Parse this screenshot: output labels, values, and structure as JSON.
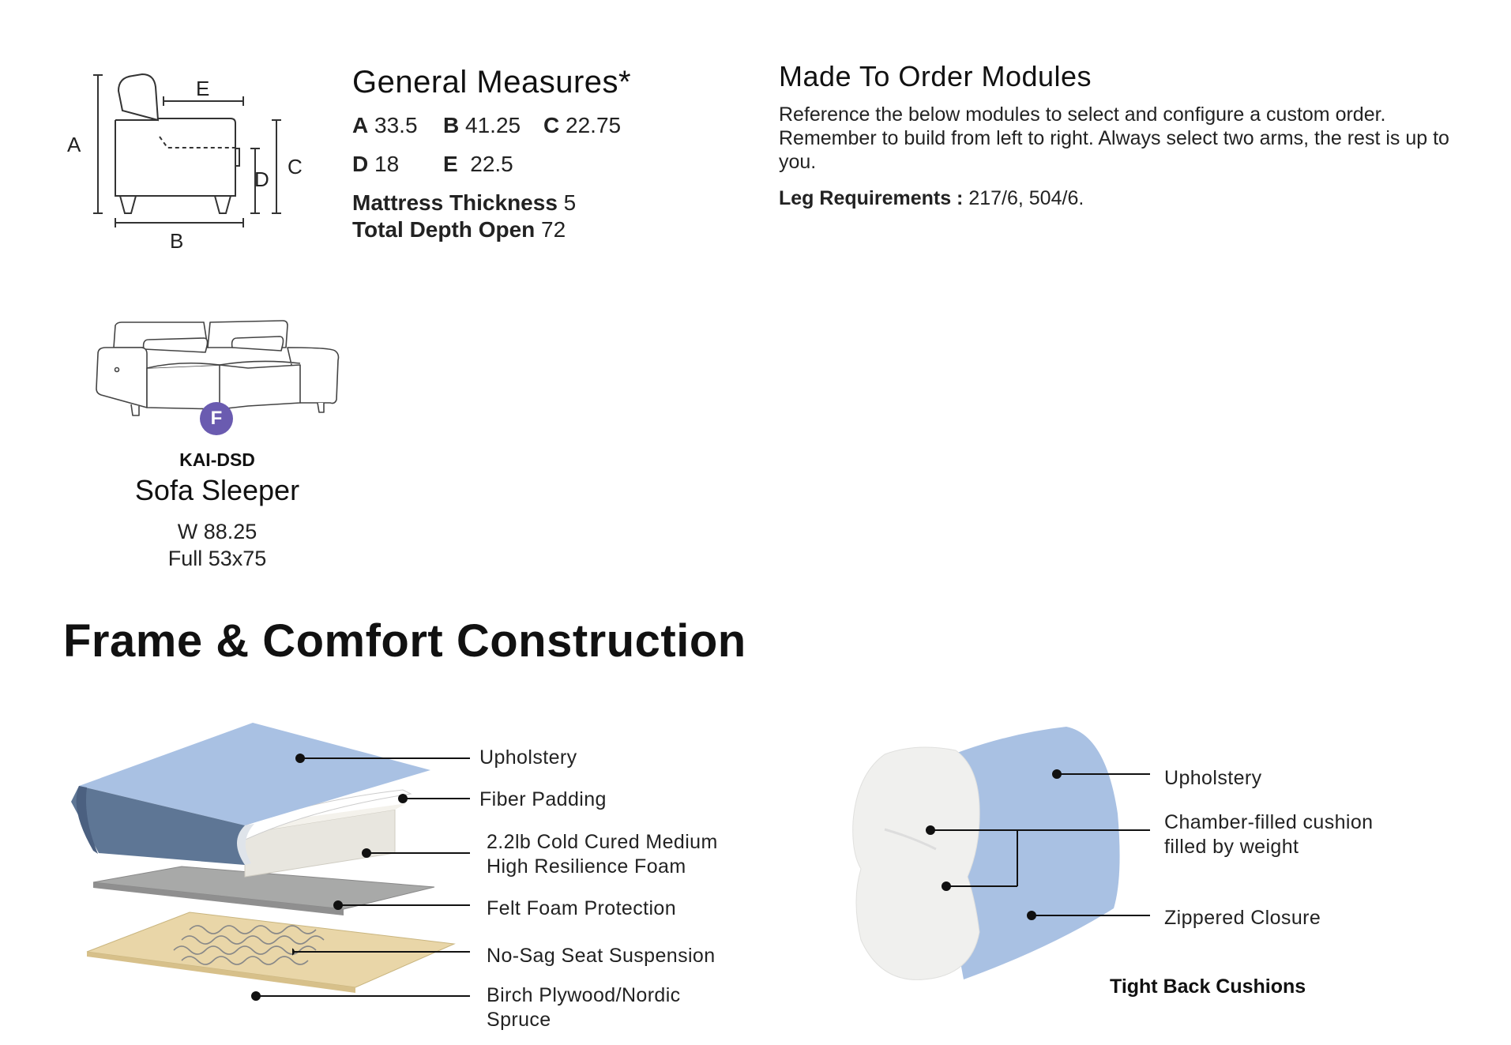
{
  "dimension_letters": {
    "a": "A",
    "b": "B",
    "c": "C",
    "d": "D",
    "e": "E"
  },
  "general_measures": {
    "title": "General Measures*",
    "values": [
      {
        "key": "A",
        "value": "33.5"
      },
      {
        "key": "B",
        "value": "41.25"
      },
      {
        "key": "C",
        "value": "22.75"
      },
      {
        "key": "D",
        "value": "18"
      },
      {
        "key": "E",
        "value": "22.5"
      }
    ],
    "mattress_thickness_label": "Mattress Thickness",
    "mattress_thickness_value": "5",
    "total_depth_label": "Total Depth Open",
    "total_depth_value": "72"
  },
  "made_to_order": {
    "title": "Made To Order Modules",
    "body": "Reference the below modules to select and configure a custom order. Remember to build from left to right. Always select two arms, the rest is up to you.",
    "leg_label": "Leg Requirements :",
    "leg_value": "217/6, 504/6."
  },
  "module": {
    "badge": "F",
    "code": "KAI-DSD",
    "name": "Sofa Sleeper",
    "width": "W 88.25",
    "mattress": "Full 53x75"
  },
  "construction": {
    "title": "Frame & Comfort Construction",
    "seat_labels": {
      "upholstery": "Upholstery",
      "fiber_padding": "Fiber Padding",
      "foam_line1": "2.2lb Cold Cured Medium",
      "foam_line2": "High Resilience Foam",
      "felt": "Felt Foam Protection",
      "suspension": "No-Sag Seat Suspension",
      "frame_line1": "Birch Plywood/Nordic",
      "frame_line2": "Spruce"
    },
    "cushion_labels": {
      "upholstery": "Upholstery",
      "chamber_line1": "Chamber-filled cushion",
      "chamber_line2": "filled by weight",
      "zipper": "Zippered Closure"
    },
    "cushion_caption": "Tight Back Cushions"
  },
  "colors": {
    "badge": "#6a5bb0",
    "upholstery_blue": "#a9c1e3",
    "foam": "#e8e6df",
    "wood": "#e9d6a8"
  }
}
